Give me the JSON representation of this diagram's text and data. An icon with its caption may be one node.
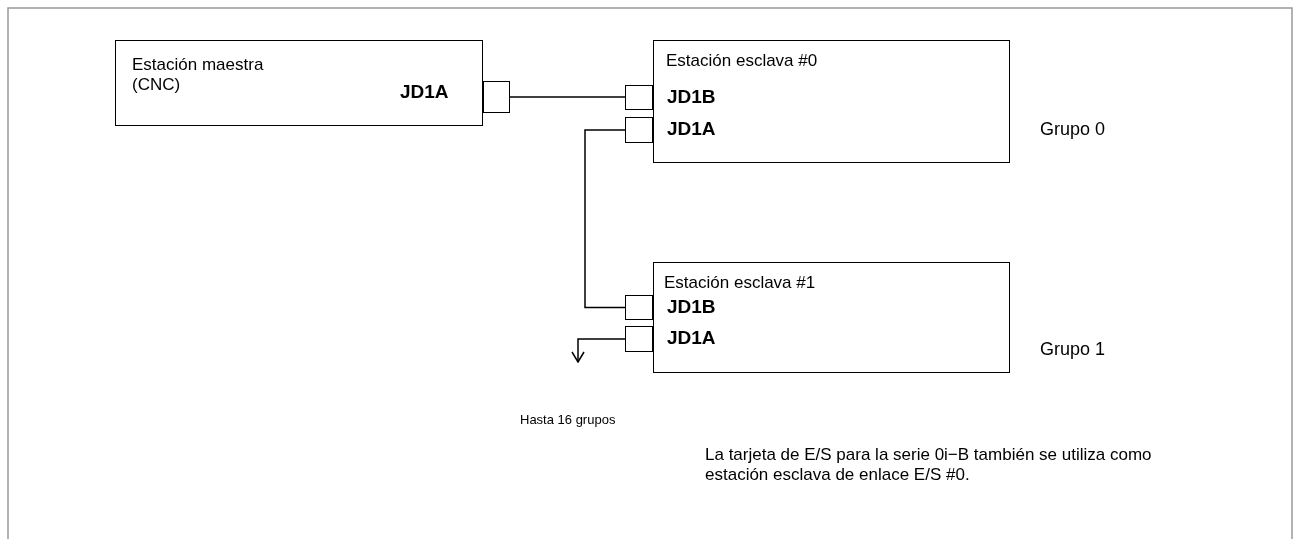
{
  "diagram": {
    "nodes": [
      {
        "text": [
          "Estación maestra (CNC)"
        ]
      },
      {
        "text": [],
        "shape": "box"
      },
      {
        "text": [
          "Estación esclava #0"
        ],
        "beside": [
          "Grupo 0"
        ]
      },
      {
        "text": [],
        "shape": "box"
      },
      {
        "text": [],
        "shape": "box"
      },
      {
        "text": [
          "Estación esclava #1"
        ],
        "beside": [
          "Grupo 1"
        ]
      },
      {
        "text": [],
        "shape": "box"
      },
      {
        "text": [],
        "shape": "box"
      }
    ],
    "edges": [
      {
        "from": 1,
        "to": 3,
        "arrow": "none"
      },
      {
        "from": 4,
        "to": 6,
        "arrow": "none"
      },
      {
        "from": 7,
        "to": null,
        "arrow": "to"
      }
    ],
    "labels": [
      "JD1A",
      "JD1B",
      "JD1A",
      "JD1B",
      "JD1A",
      "Hasta 16 grupos",
      "La tarjeta de E/S para la serie 0i−B también se utiliza como estación esclava de enlace E/S #0."
    ]
  }
}
